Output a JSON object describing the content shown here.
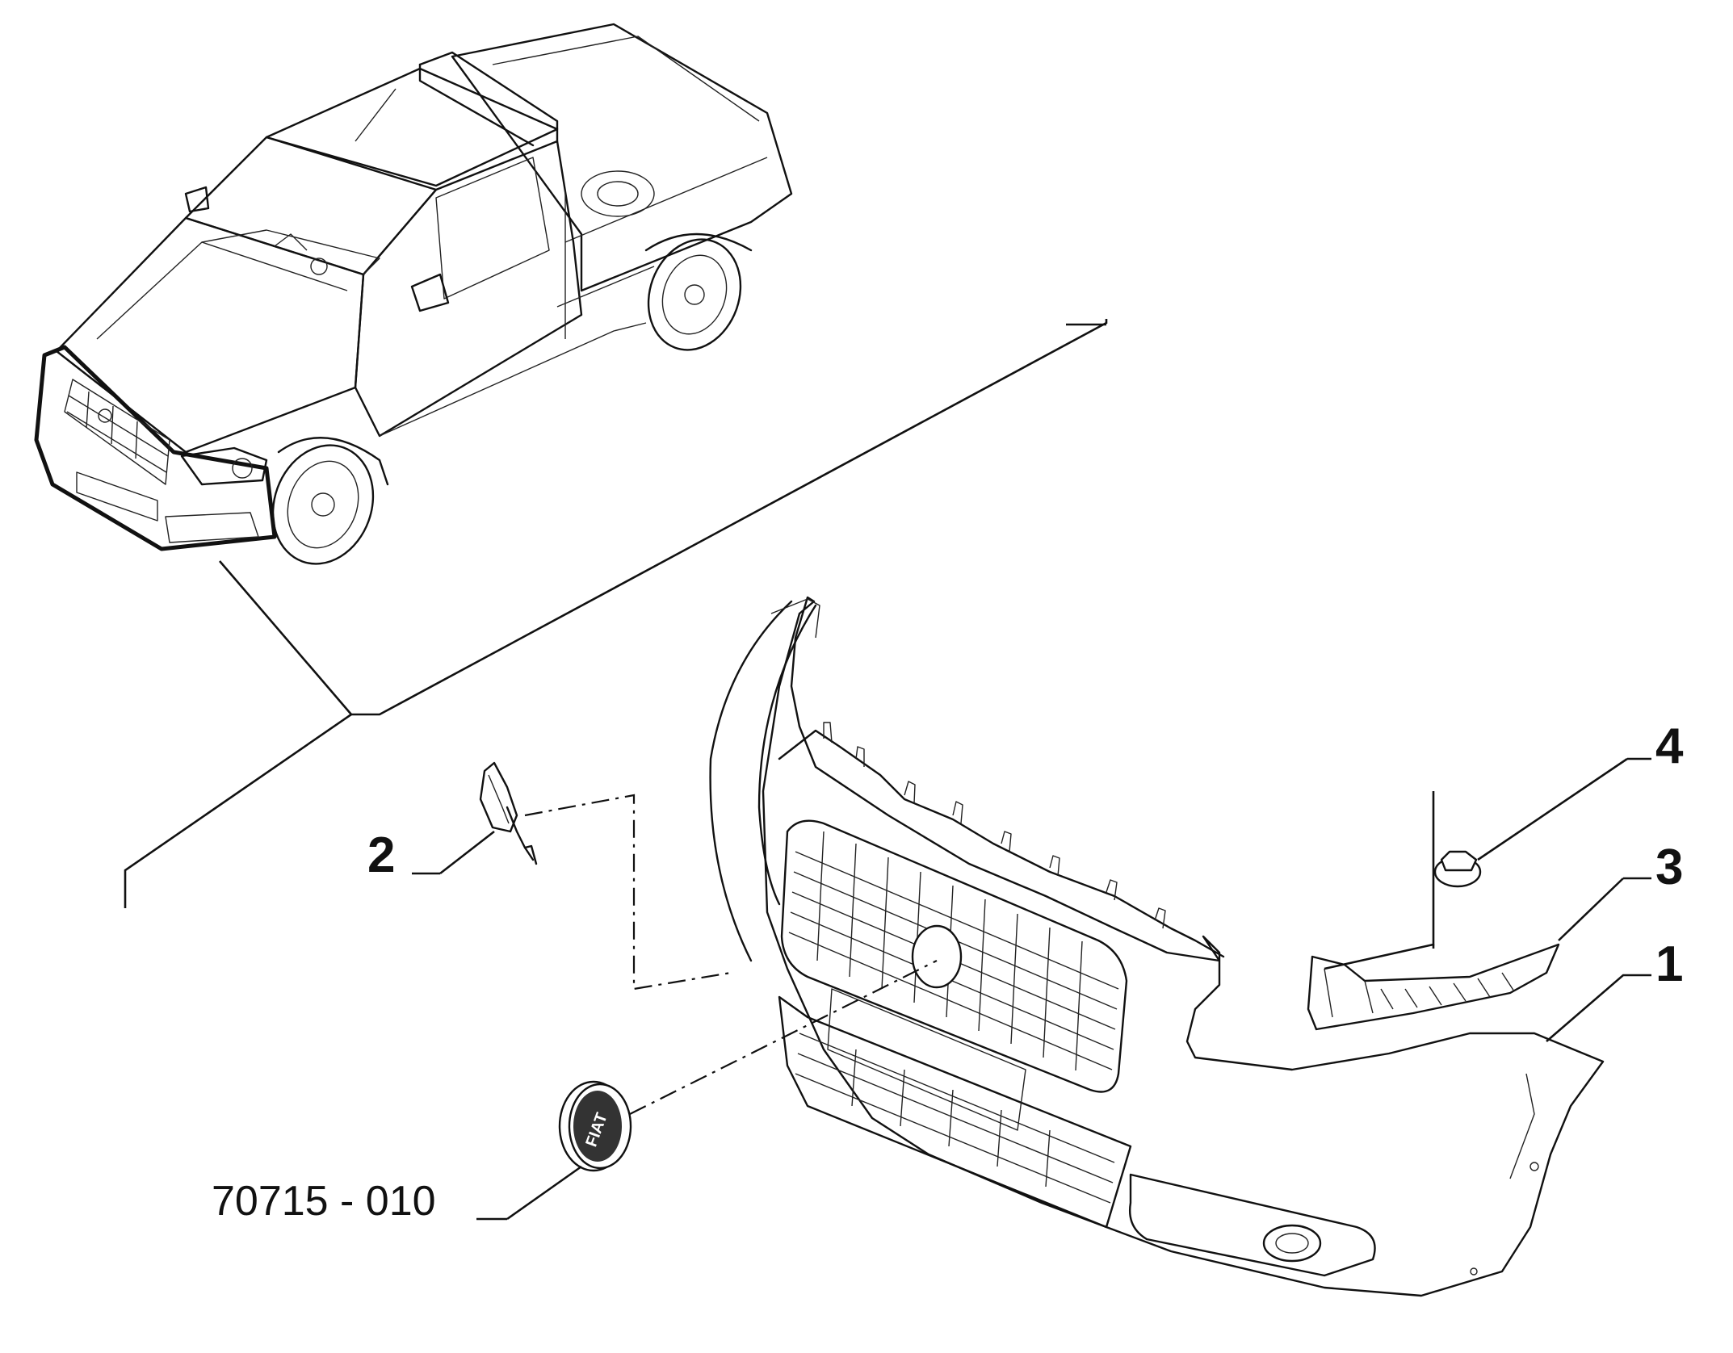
{
  "callouts": [
    {
      "id": "1",
      "text": "1"
    },
    {
      "id": "2",
      "text": "2"
    },
    {
      "id": "3",
      "text": "3"
    },
    {
      "id": "4",
      "text": "4"
    }
  ],
  "drawing_code": "70715 - 010",
  "parts": [
    {
      "callout": "1",
      "name": "front-bumper"
    },
    {
      "callout": "2",
      "name": "tow-hook-cover"
    },
    {
      "callout": "3",
      "name": "bumper-mounting-bracket"
    },
    {
      "callout": "4",
      "name": "flange-nut"
    }
  ],
  "icons": [
    "pickup-truck-overview",
    "fiat-badge"
  ]
}
